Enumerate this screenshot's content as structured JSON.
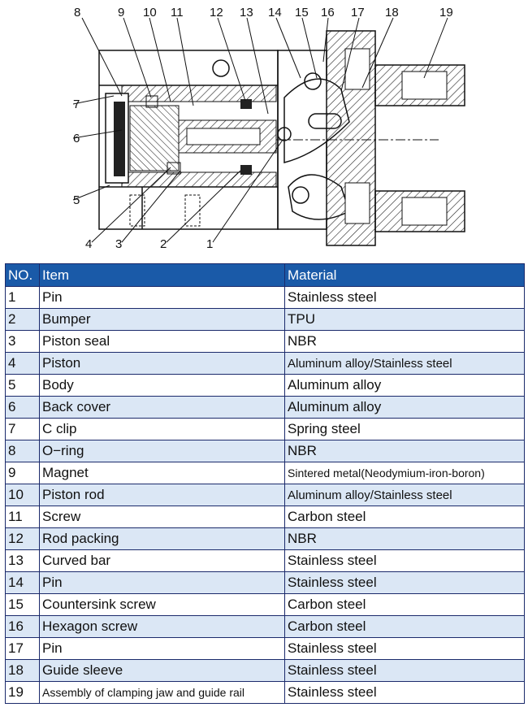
{
  "diagram": {
    "callouts": [
      "1",
      "2",
      "3",
      "4",
      "5",
      "6",
      "7",
      "8",
      "9",
      "10",
      "11",
      "12",
      "13",
      "14",
      "15",
      "16",
      "17",
      "18",
      "19"
    ]
  },
  "table": {
    "headers": {
      "no": "NO.",
      "item": "Item",
      "material": "Material"
    },
    "rows": [
      {
        "no": "1",
        "item": "Pin",
        "material": "Stainless steel"
      },
      {
        "no": "2",
        "item": "Bumper",
        "material": "TPU"
      },
      {
        "no": "3",
        "item": "Piston seal",
        "material": "NBR"
      },
      {
        "no": "4",
        "item": "Piston",
        "material": "Aluminum alloy/Stainless steel"
      },
      {
        "no": "5",
        "item": "Body",
        "material": "Aluminum alloy"
      },
      {
        "no": "6",
        "item": "Back cover",
        "material": "Aluminum alloy"
      },
      {
        "no": "7",
        "item": "C clip",
        "material": "Spring steel"
      },
      {
        "no": "8",
        "item": "O−ring",
        "material": "NBR"
      },
      {
        "no": "9",
        "item": "Magnet",
        "material": "Sintered metal(Neodymium-iron-boron)"
      },
      {
        "no": "10",
        "item": "Piston rod",
        "material": "Aluminum alloy/Stainless steel"
      },
      {
        "no": "11",
        "item": "Screw",
        "material": "Carbon steel"
      },
      {
        "no": "12",
        "item": "Rod packing",
        "material": "NBR"
      },
      {
        "no": "13",
        "item": "Curved bar",
        "material": "Stainless steel"
      },
      {
        "no": "14",
        "item": "Pin",
        "material": "Stainless steel"
      },
      {
        "no": "15",
        "item": "Countersink screw",
        "material": "Carbon steel"
      },
      {
        "no": "16",
        "item": "Hexagon screw",
        "material": "Carbon steel"
      },
      {
        "no": "17",
        "item": "Pin",
        "material": "Stainless steel"
      },
      {
        "no": "18",
        "item": "Guide sleeve",
        "material": "Stainless steel"
      },
      {
        "no": "19",
        "item": "Assembly of clamping jaw and guide rail",
        "material": "Stainless steel"
      }
    ]
  }
}
